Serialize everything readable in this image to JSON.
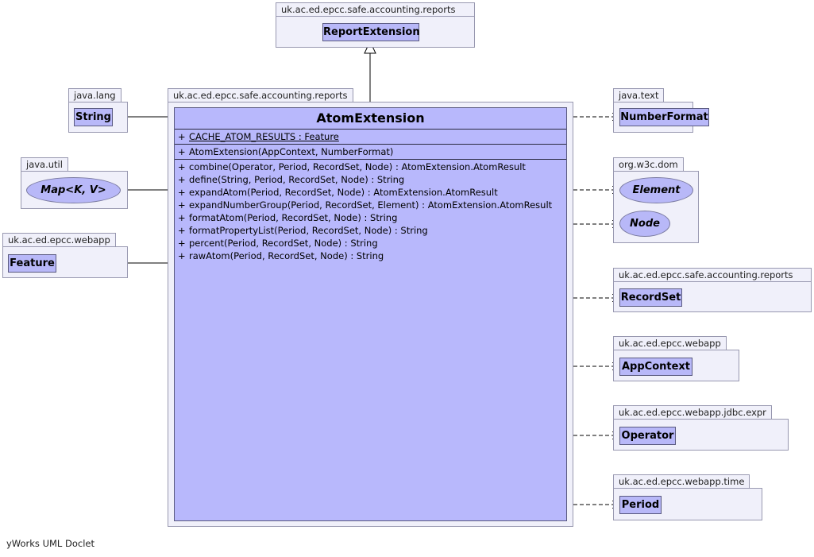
{
  "main_package": "uk.ac.ed.epcc.safe.accounting.reports",
  "main_class": {
    "name": "AtomExtension",
    "fields": [
      {
        "visibility": "+",
        "text": "CACHE_ATOM_RESULTS : Feature"
      }
    ],
    "constructors": [
      {
        "visibility": "+",
        "text": "AtomExtension(AppContext, NumberFormat)"
      }
    ],
    "methods": [
      {
        "visibility": "+",
        "text": "combine(Operator, Period, RecordSet, Node) : AtomExtension.AtomResult"
      },
      {
        "visibility": "+",
        "text": "define(String, Period, RecordSet, Node) : String"
      },
      {
        "visibility": "+",
        "text": "expandAtom(Period, RecordSet, Node) : AtomExtension.AtomResult"
      },
      {
        "visibility": "+",
        "text": "expandNumberGroup(Period, RecordSet, Element) : AtomExtension.AtomResult"
      },
      {
        "visibility": "+",
        "text": "formatAtom(Period, RecordSet, Node) : String"
      },
      {
        "visibility": "+",
        "text": "formatPropertyList(Period, RecordSet, Node) : String"
      },
      {
        "visibility": "+",
        "text": "percent(Period, RecordSet, Node) : String"
      },
      {
        "visibility": "+",
        "text": "rawAtom(Period, RecordSet, Node) : String"
      }
    ]
  },
  "superclass": {
    "package": "uk.ac.ed.epcc.safe.accounting.reports",
    "name": "ReportExtension"
  },
  "left": {
    "java_lang": {
      "package": "java.lang",
      "name": "String"
    },
    "java_util": {
      "package": "java.util",
      "name": "Map<K, V>"
    },
    "webapp": {
      "package": "uk.ac.ed.epcc.webapp",
      "name": "Feature"
    }
  },
  "right": {
    "java_text": {
      "package": "java.text",
      "name": "NumberFormat"
    },
    "w3c": {
      "package": "org.w3c.dom",
      "items": [
        "Element",
        "Node"
      ]
    },
    "reports": {
      "package": "uk.ac.ed.epcc.safe.accounting.reports",
      "name": "RecordSet"
    },
    "webapp": {
      "package": "uk.ac.ed.epcc.webapp",
      "name": "AppContext"
    },
    "jdbc": {
      "package": "uk.ac.ed.epcc.webapp.jdbc.expr",
      "name": "Operator"
    },
    "time": {
      "package": "uk.ac.ed.epcc.webapp.time",
      "name": "Period"
    }
  },
  "footer": "yWorks UML Doclet",
  "colors": {
    "class_fill": "#b8b8fc",
    "package_fill": "#f0f0fa",
    "border": "#5a5a80"
  }
}
